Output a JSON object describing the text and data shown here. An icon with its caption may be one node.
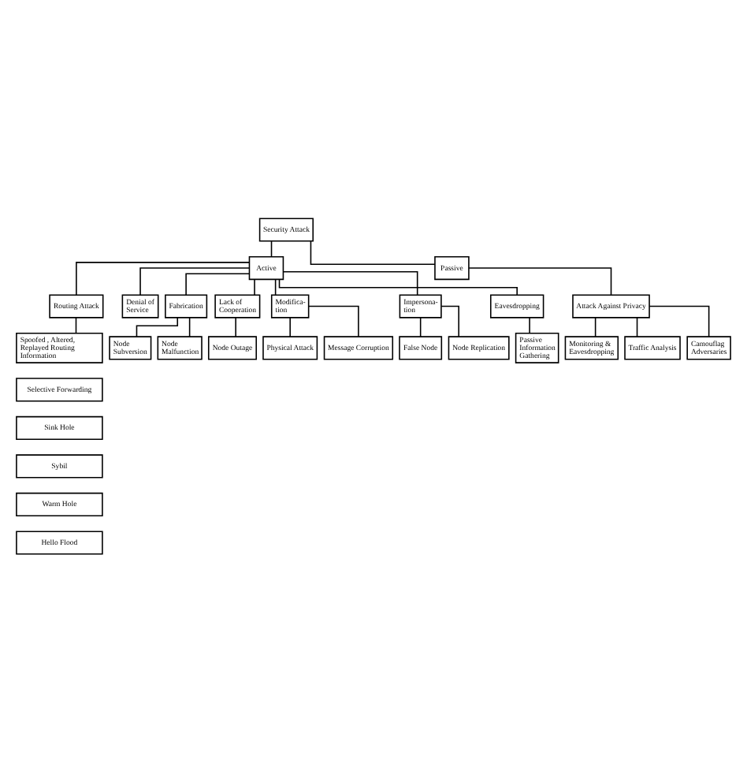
{
  "diagram": {
    "nodes": [
      {
        "text": [
          "Security Attack"
        ]
      },
      {
        "text": [
          "Active"
        ]
      },
      {
        "text": [
          "Passive"
        ]
      },
      {
        "text": [
          "Attack Against Privacy"
        ]
      },
      {
        "text": [
          "Monitoring & Eavesdropping"
        ]
      },
      {
        "text": [
          "Traffic Analysis"
        ]
      },
      {
        "text": [
          "Camouflag Adversaries"
        ]
      },
      {
        "text": [
          "Routing Attack"
        ]
      },
      {
        "text": [
          "Denial of Service"
        ]
      },
      {
        "text": [
          "Fabrication"
        ]
      },
      {
        "text": [
          "Lack of Cooperation"
        ]
      },
      {
        "text": [
          "Modifica- tion"
        ]
      },
      {
        "text": [
          "Impersona- tion"
        ]
      },
      {
        "text": [
          "Eavesdropping"
        ]
      },
      {
        "text": [
          "Spoofed , Altered, Replayed Routing Information"
        ]
      },
      {
        "text": [
          "Selective Forwarding"
        ]
      },
      {
        "text": [
          "Sink Hole"
        ]
      },
      {
        "text": [
          "Sybil"
        ]
      },
      {
        "text": [
          "Warm Hole"
        ]
      },
      {
        "text": [
          "Hello Flood"
        ]
      },
      {
        "text": [
          "Node Subversion"
        ]
      },
      {
        "text": [
          "Node Malfunction"
        ]
      },
      {
        "text": [
          "Node Outage"
        ]
      },
      {
        "text": [
          "False Node"
        ]
      },
      {
        "text": [
          "Node Replication"
        ]
      },
      {
        "text": [
          "Passive Information Gathering"
        ]
      },
      {
        "text": [
          "Physical Attack"
        ]
      },
      {
        "text": [
          "Message Corruption"
        ]
      }
    ],
    "edges": [
      {
        "from": 0,
        "to": 1,
        "arrow": "none"
      },
      {
        "from": 0,
        "to": 2,
        "arrow": "none"
      },
      {
        "from": 2,
        "to": 3,
        "arrow": "none"
      },
      {
        "from": 3,
        "to": 4,
        "arrow": "none"
      },
      {
        "from": 3,
        "to": 5,
        "arrow": "none"
      },
      {
        "from": 3,
        "to": 6,
        "arrow": "none"
      },
      {
        "from": 1,
        "to": 7,
        "arrow": "none"
      },
      {
        "from": 1,
        "to": 8,
        "arrow": "none"
      },
      {
        "from": 1,
        "to": 9,
        "arrow": "none"
      },
      {
        "from": 1,
        "to": 10,
        "arrow": "none"
      },
      {
        "from": 1,
        "to": 11,
        "arrow": "none"
      },
      {
        "from": 1,
        "to": 12,
        "arrow": "none"
      },
      {
        "from": 1,
        "to": 13,
        "arrow": "none"
      },
      {
        "from": 7,
        "to": 14,
        "arrow": "none"
      },
      {
        "from": 9,
        "to": 20,
        "arrow": "none"
      },
      {
        "from": 9,
        "to": 21,
        "arrow": "none"
      },
      {
        "from": 10,
        "to": 22,
        "arrow": "none"
      },
      {
        "from": 12,
        "to": 23,
        "arrow": "none"
      },
      {
        "from": 12,
        "to": 24,
        "arrow": "none"
      },
      {
        "from": 13,
        "to": 25,
        "arrow": "none"
      },
      {
        "from": 11,
        "to": 26,
        "arrow": "none"
      },
      {
        "from": 11,
        "to": 27,
        "arrow": "none"
      }
    ]
  }
}
